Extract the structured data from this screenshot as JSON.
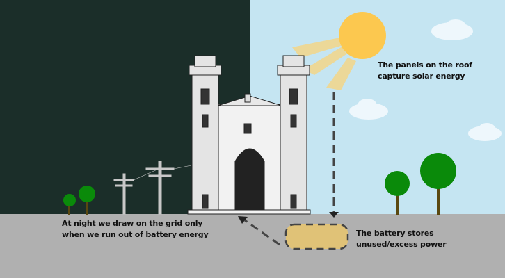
{
  "labels": {
    "solar_line1": "The panels on the roof",
    "solar_line2": "capture solar energy",
    "grid_line1": "At night we draw on the grid only",
    "grid_line2": "when we run out of battery energy",
    "battery_line1": "The battery stores",
    "battery_line2": "unused/excess power"
  },
  "colors": {
    "night": "#1b2e29",
    "sky": "#c5e5f2",
    "ground": "#b0b0b0",
    "sun": "#fcc84f",
    "rays": "#ecd898",
    "battery": "#e0c277",
    "tree": "#0a8a0a",
    "trunk": "#5a4810"
  }
}
